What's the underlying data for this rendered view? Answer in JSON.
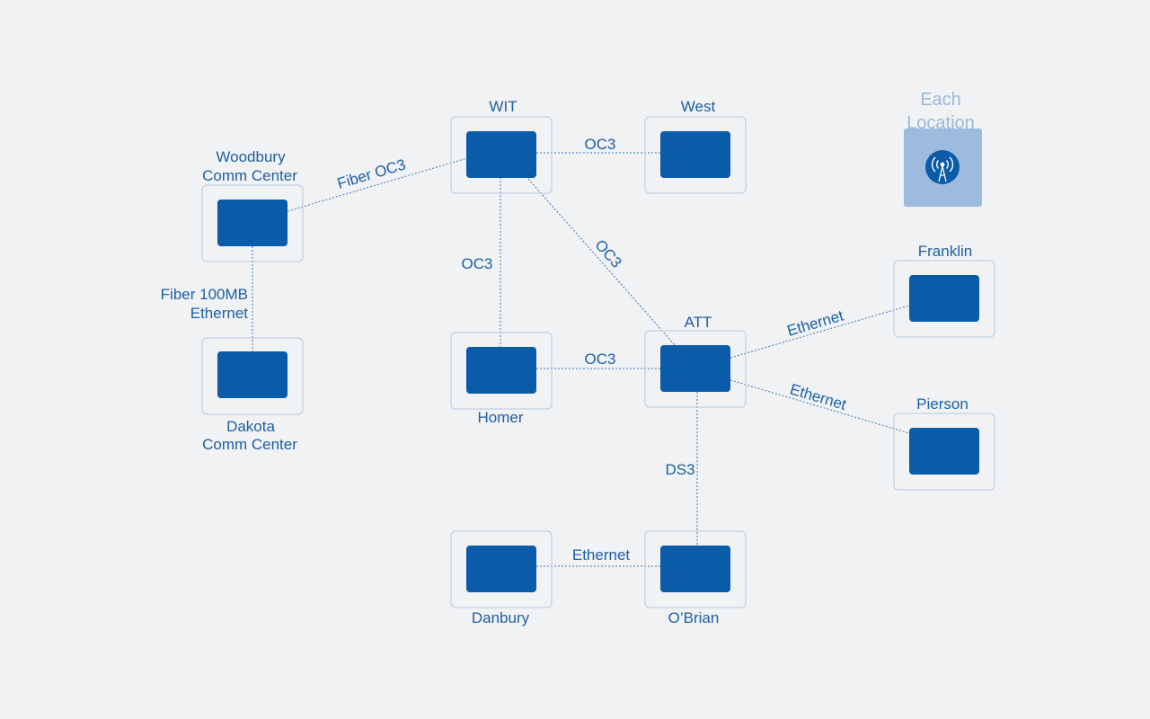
{
  "nodes": {
    "wit": "WIT",
    "west": "West",
    "woodbury_line1": "Woodbury",
    "woodbury_line2": "Comm Center",
    "dakota_line1": "Dakota",
    "dakota_line2": "Comm Center",
    "homer": "Homer",
    "att": "ATT",
    "franklin": "Franklin",
    "pierson": "Pierson",
    "danbury": "Danbury",
    "obrian": "O’Brian"
  },
  "links": {
    "woodbury_wit": "Fiber OC3",
    "wit_west": "OC3",
    "wit_homer": "OC3",
    "wit_att": "OC3",
    "woodbury_dakota_line1": "Fiber 100MB",
    "woodbury_dakota_line2": "Ethernet",
    "homer_att": "OC3",
    "att_franklin": "Ethernet",
    "att_pierson": "Ethernet",
    "att_obrian": "DS3",
    "danbury_obrian": "Ethernet"
  },
  "legend": {
    "line1": "Each",
    "line2": "Location",
    "icon": "wireless-tower-icon"
  },
  "colors": {
    "background": "#f0f2f4",
    "device": "#0b5ca8",
    "frame": "#b9cbe0",
    "label": "#1d5fa3",
    "legend_box": "#9dbbdd",
    "legend_text": "#9db8d6"
  }
}
